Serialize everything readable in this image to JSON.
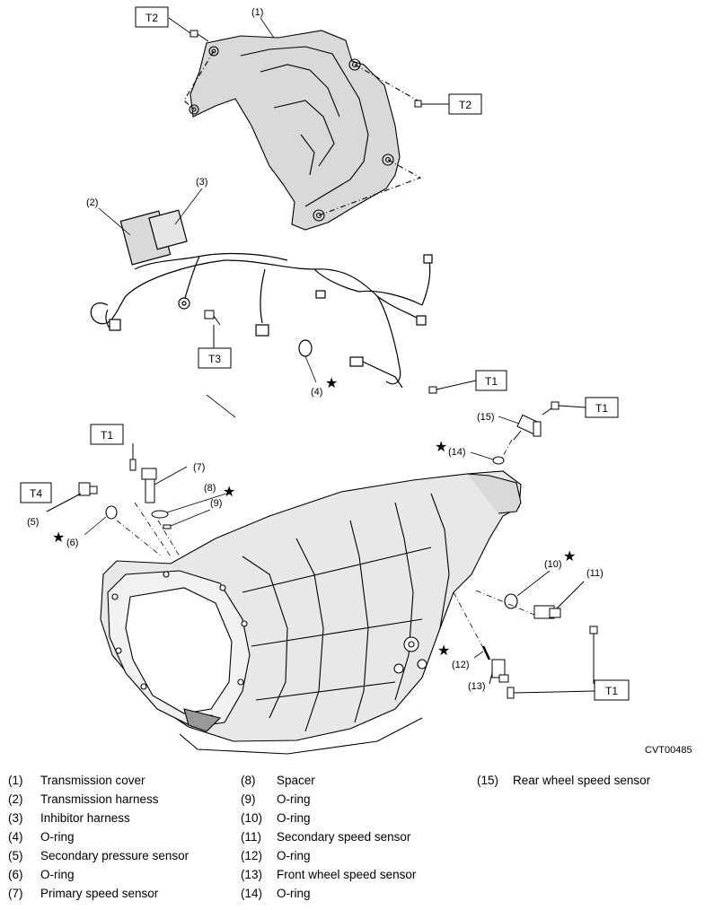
{
  "figure": {
    "reference_code": "CVT00485",
    "torque_tags": {
      "t2_top": "T2",
      "t2_right": "T2",
      "t3": "T3",
      "t1_harness": "T1",
      "t1_rear": "T1",
      "t1_primary": "T1",
      "t4": "T4",
      "t1_lower": "T1"
    },
    "callouts": {
      "c1": "(1)",
      "c2": "(2)",
      "c3": "(3)",
      "c4": "(4)",
      "c5": "(5)",
      "c6": "(6)",
      "c7": "(7)",
      "c8": "(8)",
      "c9": "(9)",
      "c10": "(10)",
      "c11": "(11)",
      "c12": "(12)",
      "c13": "(13)",
      "c14": "(14)",
      "c15": "(15)"
    },
    "star_symbol": "★"
  },
  "legend": [
    {
      "num": "(1)",
      "label": "Transmission cover"
    },
    {
      "num": "(2)",
      "label": "Transmission harness"
    },
    {
      "num": "(3)",
      "label": "Inhibitor harness"
    },
    {
      "num": "(4)",
      "label": "O-ring"
    },
    {
      "num": "(5)",
      "label": "Secondary pressure sensor"
    },
    {
      "num": "(6)",
      "label": "O-ring"
    },
    {
      "num": "(7)",
      "label": "Primary speed sensor"
    },
    {
      "num": "(8)",
      "label": "Spacer"
    },
    {
      "num": "(9)",
      "label": "O-ring"
    },
    {
      "num": "(10)",
      "label": "O-ring"
    },
    {
      "num": "(11)",
      "label": "Secondary speed sensor"
    },
    {
      "num": "(12)",
      "label": "O-ring"
    },
    {
      "num": "(13)",
      "label": "Front wheel speed sensor"
    },
    {
      "num": "(14)",
      "label": "O-ring"
    },
    {
      "num": "(15)",
      "label": "Rear wheel speed sensor"
    }
  ]
}
